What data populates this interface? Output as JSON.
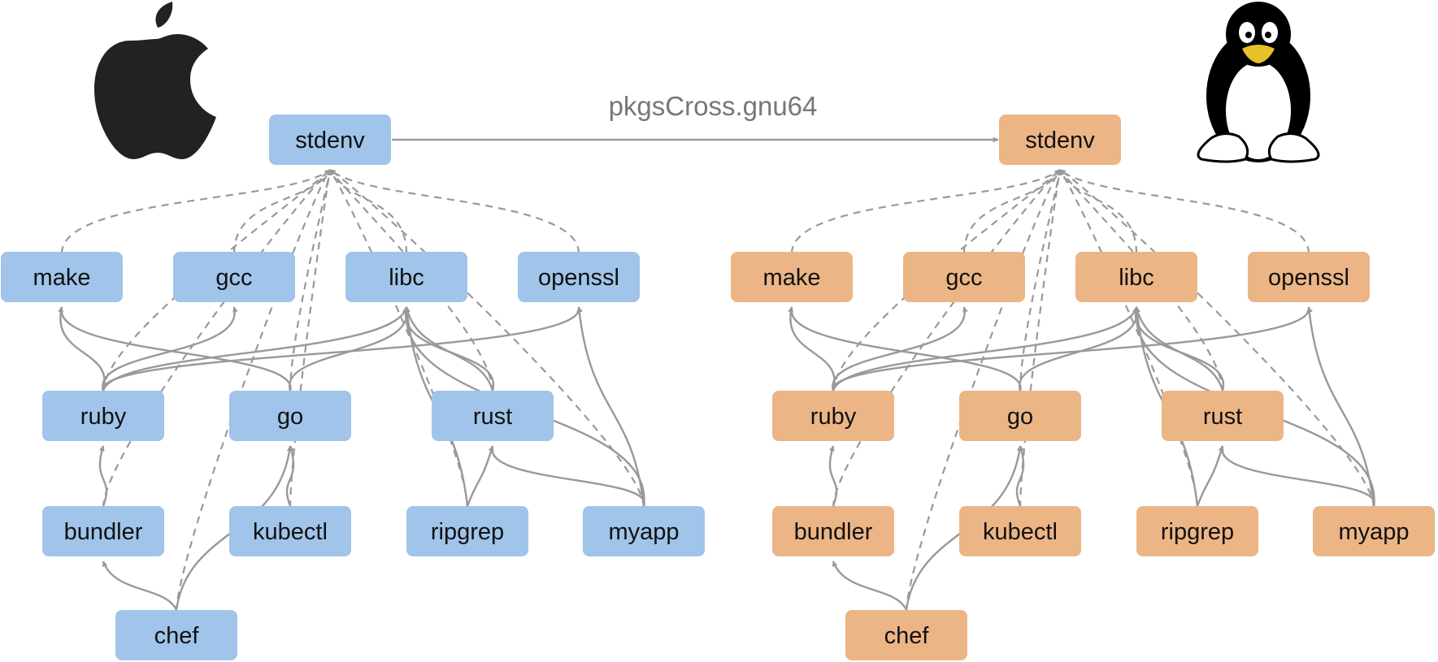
{
  "colors": {
    "left_node": "#a0c4ea",
    "right_node": "#ecb586",
    "edge": "#999999",
    "apple_logo": "#222222",
    "tux_body": "#000000"
  },
  "icons": {
    "left": "apple-logo-icon",
    "right": "tux-penguin-icon"
  },
  "cross_edge_label": "pkgsCross.gnu64",
  "node_labels": {
    "stdenv": "stdenv",
    "make": "make",
    "gcc": "gcc",
    "libc": "libc",
    "openssl": "openssl",
    "ruby": "ruby",
    "go": "go",
    "rust": "rust",
    "bundler": "bundler",
    "kubectl": "kubectl",
    "ripgrep": "ripgrep",
    "myapp": "myapp",
    "chef": "chef"
  },
  "graphs": [
    {
      "platform": "darwin",
      "color_key": "left_node"
    },
    {
      "platform": "linux",
      "color_key": "right_node"
    }
  ],
  "runtime_edges": [
    [
      "ruby",
      "make"
    ],
    [
      "ruby",
      "gcc"
    ],
    [
      "ruby",
      "libc"
    ],
    [
      "ruby",
      "openssl"
    ],
    [
      "go",
      "make"
    ],
    [
      "go",
      "libc"
    ],
    [
      "rust",
      "libc"
    ],
    [
      "rust",
      "libc"
    ],
    [
      "bundler",
      "ruby"
    ],
    [
      "kubectl",
      "go"
    ],
    [
      "ripgrep",
      "rust"
    ],
    [
      "ripgrep",
      "libc"
    ],
    [
      "myapp",
      "rust"
    ],
    [
      "myapp",
      "openssl"
    ],
    [
      "myapp",
      "libc"
    ],
    [
      "chef",
      "bundler"
    ],
    [
      "chef",
      "go"
    ]
  ],
  "build_edges": [
    [
      "make",
      "stdenv"
    ],
    [
      "gcc",
      "stdenv"
    ],
    [
      "libc",
      "stdenv"
    ],
    [
      "openssl",
      "stdenv"
    ],
    [
      "ruby",
      "stdenv"
    ],
    [
      "go",
      "stdenv"
    ],
    [
      "rust",
      "stdenv"
    ],
    [
      "bundler",
      "stdenv"
    ],
    [
      "kubectl",
      "stdenv"
    ],
    [
      "ripgrep",
      "stdenv"
    ],
    [
      "myapp",
      "stdenv"
    ],
    [
      "chef",
      "stdenv"
    ]
  ]
}
